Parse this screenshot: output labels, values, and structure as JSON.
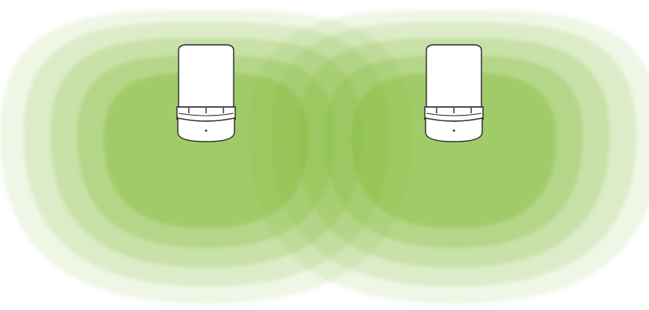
{
  "diagram": {
    "device_count": 2,
    "colors": {
      "coverage_green": "#7db52f",
      "device_body": "#ffffff",
      "device_outline": "#2b2b2b",
      "background": "#ffffff"
    },
    "coverage_ring_opacities": [
      0.12,
      0.16,
      0.2,
      0.26,
      0.34
    ],
    "devices": [
      {
        "icon": "ceiling-sensor-icon"
      },
      {
        "icon": "ceiling-sensor-icon"
      }
    ]
  }
}
